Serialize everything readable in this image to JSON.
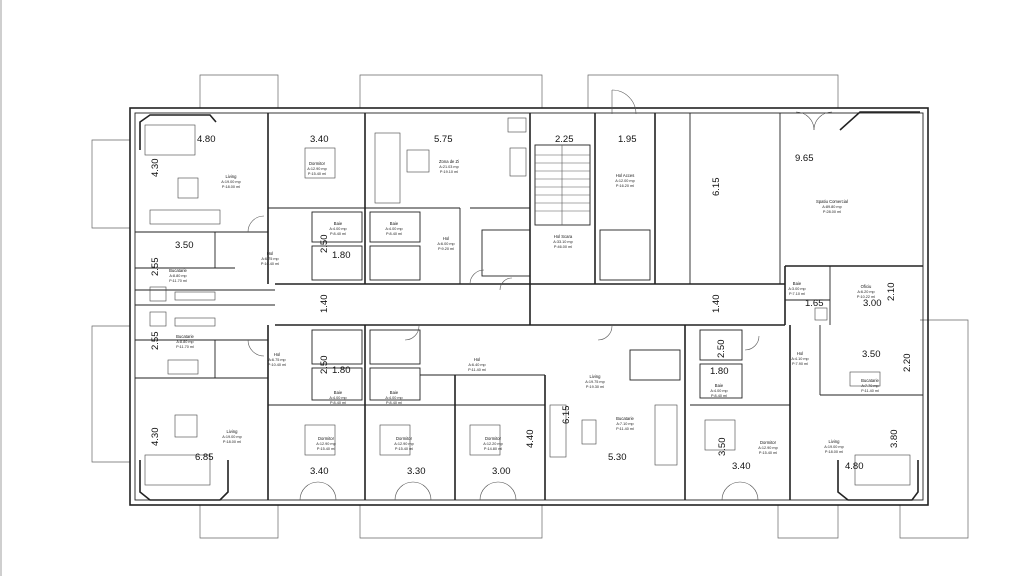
{
  "rooms": [
    {
      "id": "living-tl",
      "name": "Living",
      "area": "A:19.00 mp",
      "perim": "P:18.00 ml"
    },
    {
      "id": "dormitor-t1",
      "name": "Dormitor",
      "area": "A:12.90 mp",
      "perim": "P:15.40 ml"
    },
    {
      "id": "zona-zi",
      "name": "Zona de Zi",
      "area": "A:21.03 mp",
      "perim": "P:19.10 ml"
    },
    {
      "id": "hol-scara",
      "name": "Hol Scara",
      "area": "A:33.10 mp",
      "perim": "P:46.00 ml"
    },
    {
      "id": "hol-acces",
      "name": "Hol Acces",
      "area": "A:12.00 mp",
      "perim": "P:16.20 ml"
    },
    {
      "id": "spatiu-comercial",
      "name": "Spatiu Comercial",
      "area": "A:89.80 mp",
      "perim": "P:28.00 ml"
    },
    {
      "id": "hol-tl",
      "name": "Hol",
      "area": "A:6.75 mp",
      "perim": "P:10.40 ml"
    },
    {
      "id": "baie-t1",
      "name": "Baie",
      "area": "A:4.00 mp",
      "perim": "P:8.40 ml"
    },
    {
      "id": "baie-t2",
      "name": "Baie",
      "area": "A:4.00 mp",
      "perim": "P:8.40 ml"
    },
    {
      "id": "hol-t2",
      "name": "Hol",
      "area": "A:6.00 mp",
      "perim": "P:9.20 ml"
    },
    {
      "id": "bucatarie-tl",
      "name": "Bucatarie",
      "area": "A:8.80 mp",
      "perim": "P:11.70 ml"
    },
    {
      "id": "baie-r",
      "name": "Baie",
      "area": "A:3.00 mp",
      "perim": "P:7.10 ml"
    },
    {
      "id": "oficiu",
      "name": "Oficiu",
      "area": "A:6.20 mp",
      "perim": "P:10.22 ml"
    },
    {
      "id": "bucatarie-bl",
      "name": "Bucatarie",
      "area": "A:8.80 mp",
      "perim": "P:11.70 ml"
    },
    {
      "id": "hol-bl",
      "name": "Hol",
      "area": "A:6.75 mp",
      "perim": "P:10.40 ml"
    },
    {
      "id": "hol-bc",
      "name": "Hol",
      "area": "A:6.40 mp",
      "perim": "P:11.40 ml"
    },
    {
      "id": "baie-b1",
      "name": "Baie",
      "area": "A:4.00 mp",
      "perim": "P:8.40 ml"
    },
    {
      "id": "baie-b2",
      "name": "Baie",
      "area": "A:4.00 mp",
      "perim": "P:8.40 ml"
    },
    {
      "id": "living-bl",
      "name": "Living",
      "area": "A:19.00 mp",
      "perim": "P:18.00 ml"
    },
    {
      "id": "dormitor-b1",
      "name": "Dormitor",
      "area": "A:12.90 mp",
      "perim": "P:15.40 ml"
    },
    {
      "id": "dormitor-b2",
      "name": "Dormitor",
      "area": "A:12.90 mp",
      "perim": "P:15.40 ml"
    },
    {
      "id": "dormitor-b3",
      "name": "Dormitor",
      "area": "A:12.20 mp",
      "perim": "P:14.80 ml"
    },
    {
      "id": "living-bc",
      "name": "Living",
      "area": "A:19.75 mp",
      "perim": "P:19.30 ml"
    },
    {
      "id": "bucatarie-bc",
      "name": "Bucatarie",
      "area": "A:7.10 mp",
      "perim": "P:11.40 ml"
    },
    {
      "id": "hol-br",
      "name": "Hol",
      "area": "A:4.10 mp",
      "perim": "P:7.90 ml"
    },
    {
      "id": "baie-br",
      "name": "Baie",
      "area": "A:4.00 mp",
      "perim": "P:8.40 ml"
    },
    {
      "id": "bucatarie-br",
      "name": "Bucatarie",
      "area": "A:7.70 mp",
      "perim": "P:11.40 ml"
    },
    {
      "id": "dormitor-br",
      "name": "Dormitor",
      "area": "A:12.90 mp",
      "perim": "P:15.40 ml"
    },
    {
      "id": "living-br",
      "name": "Living",
      "area": "A:19.00 mp",
      "perim": "P:18.00 ml"
    }
  ],
  "dimensions": {
    "d_4_80_top": "4.80",
    "d_3_40_top": "3.40",
    "d_5_75": "5.75",
    "d_2_25": "2.25",
    "d_1_95": "1.95",
    "d_9_65": "9.65",
    "d_4_30_top": "4.30",
    "d_6_15": "6.15",
    "d_3_50_l": "3.50",
    "d_2_55_a": "2.55",
    "d_2_55_b": "2.55",
    "d_1_80_a": "1.80",
    "d_2_50_a": "2.50",
    "d_1_40_a": "1.40",
    "d_1_40_b": "1.40",
    "d_1_65": "1.65",
    "d_3_00_r": "3.00",
    "d_2_10": "2.10",
    "d_2_50_b": "2.50",
    "d_1_80_b": "1.80",
    "d_3_50_r": "3.50",
    "d_2_20": "2.20",
    "d_2_50_c": "2.50",
    "d_1_80_c": "1.80",
    "d_4_30_bot": "4.30",
    "d_6_85": "6.85",
    "d_3_40_b1": "3.40",
    "d_3_30": "3.30",
    "d_3_00_b": "3.00",
    "d_4_40": "4.40",
    "d_6_15_b": "6.15",
    "d_5_30": "5.30",
    "d_3_50_br": "3.50",
    "d_3_40_br": "3.40",
    "d_4_80_br": "4.80",
    "d_3_80": "3.80"
  }
}
